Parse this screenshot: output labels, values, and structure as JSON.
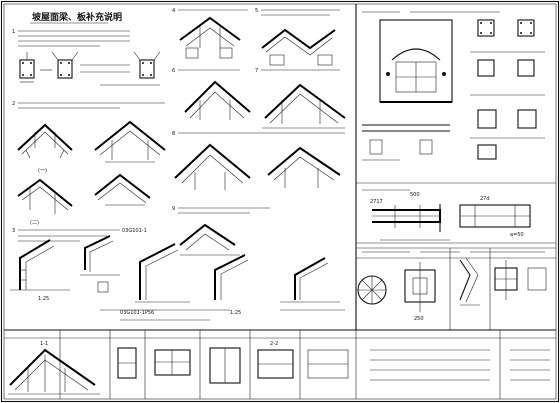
{
  "sheet": {
    "main_title": "坡屋面梁、板补充说明",
    "labels": {
      "case_1": "(一)",
      "case_2": "(二)",
      "note_3_a": "03G101-1",
      "note_3_b": "1:25",
      "ref_a": "03G101-1P56",
      "ref_b": "1:25",
      "dim_2717": "2717",
      "dim_500": "500",
      "dim_a50": "a=50",
      "dim_27d": "27d",
      "dim_250": "250",
      "dim_1": "1",
      "dim_2": "2",
      "dim_3": "3",
      "dim_4": "4",
      "dim_5": "5",
      "dim_6": "6",
      "dim_7": "7",
      "dim_8": "8",
      "dim_9": "9",
      "dim_1_1": "1-1",
      "dim_2_2": "2-2"
    }
  }
}
